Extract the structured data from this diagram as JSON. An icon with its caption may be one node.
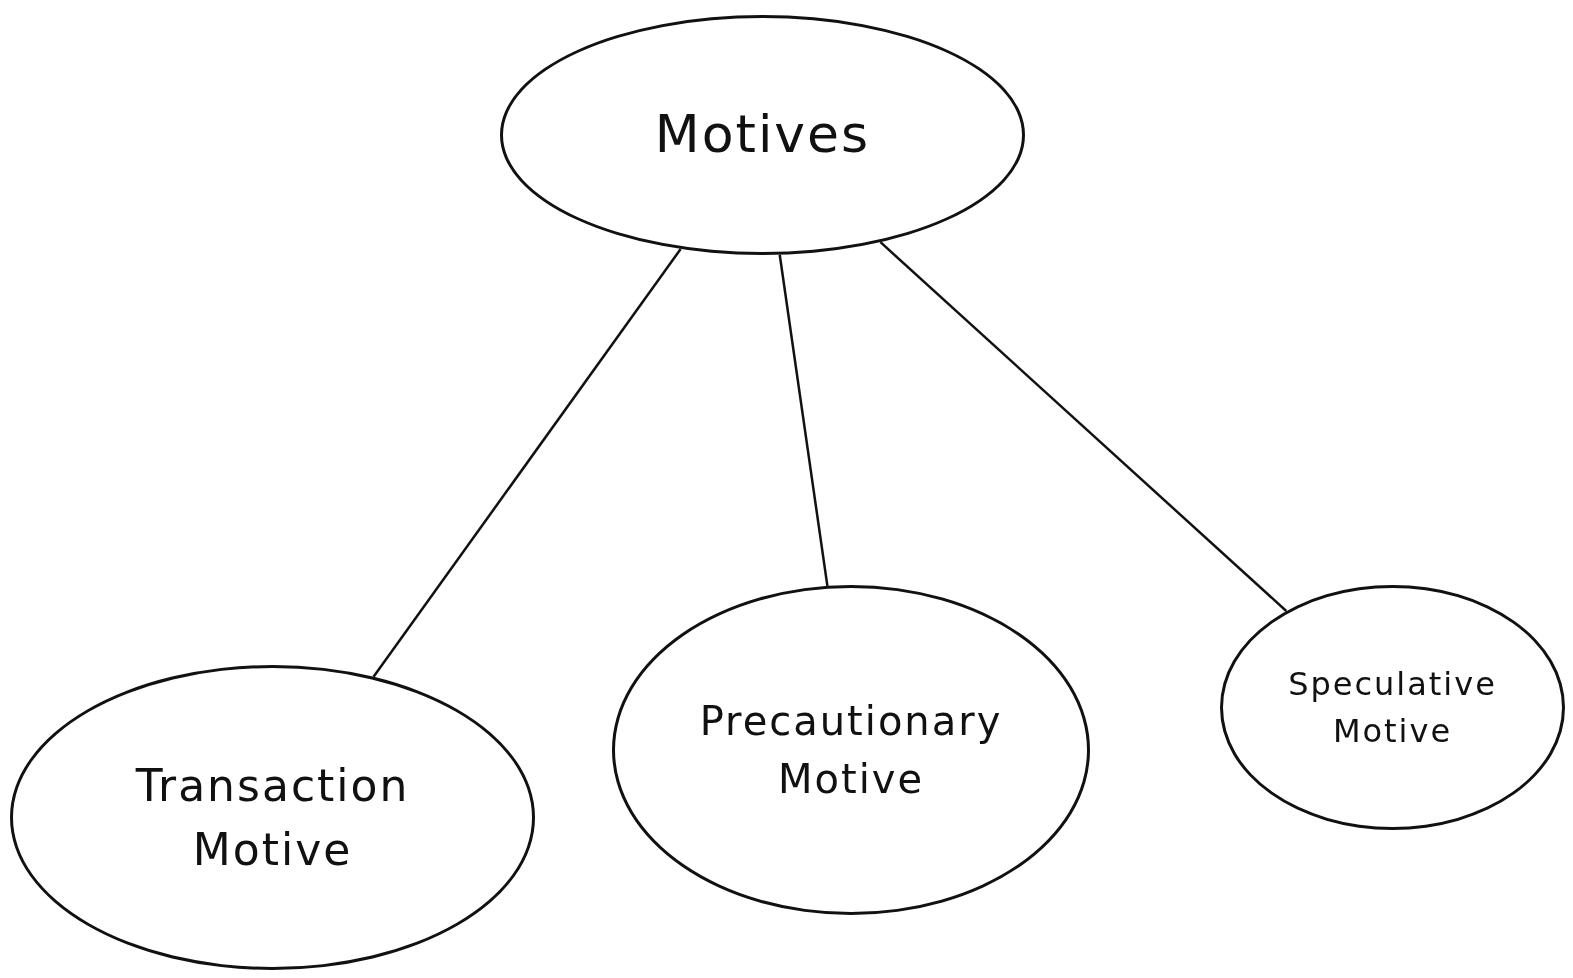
{
  "diagram": {
    "nodes": [
      {
        "text": [
          "Motives"
        ]
      },
      {
        "text": [
          "Transaction Motive"
        ]
      },
      {
        "text": [
          "Precautionary Motive"
        ]
      },
      {
        "text": [
          "Speculative Motive"
        ]
      }
    ],
    "edges": [
      {
        "from": 0,
        "to": 1,
        "arrow": "none"
      },
      {
        "from": 0,
        "to": 2,
        "arrow": "none"
      },
      {
        "from": 0,
        "to": 3,
        "arrow": "none"
      }
    ]
  }
}
